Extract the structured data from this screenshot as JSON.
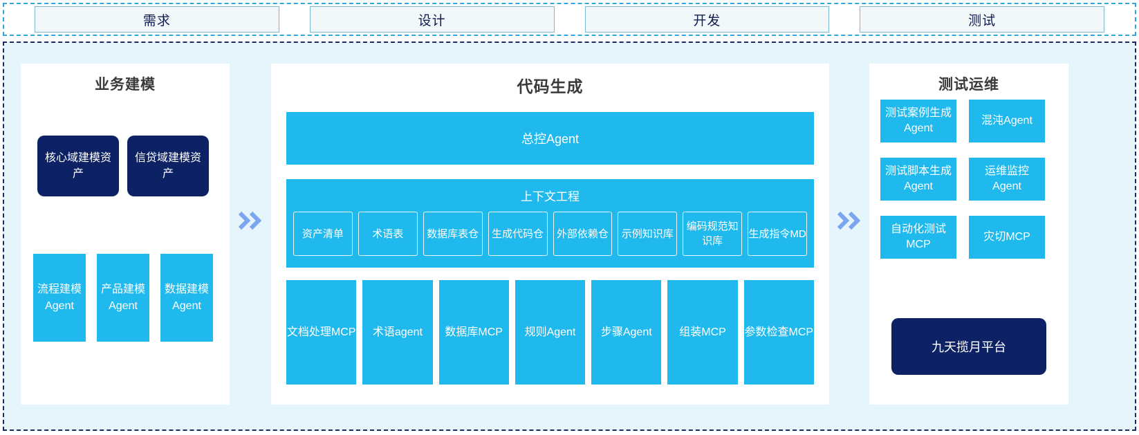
{
  "phases": [
    {
      "label": "需求"
    },
    {
      "label": "设计"
    },
    {
      "label": "开发"
    },
    {
      "label": "测试"
    }
  ],
  "colors": {
    "accent_cyan": "#20b9ed",
    "navy": "#0d2265",
    "background": "#e6f4fc",
    "arrow": "#79a6ef",
    "phase_border": "#79b7d4",
    "phase_fill": "#f2f7fa"
  },
  "panels": {
    "left": {
      "title": "业务建模",
      "assets": [
        {
          "label": "核心域建模资产"
        },
        {
          "label": "信贷域建模资产"
        }
      ],
      "agents": [
        {
          "label": "流程建模Agent"
        },
        {
          "label": "产品建模Agent"
        },
        {
          "label": "数据建模Agent"
        }
      ]
    },
    "center": {
      "title": "代码生成",
      "master_agent": "总控Agent",
      "context": {
        "title": "上下文工程",
        "items": [
          {
            "label": "资产清单"
          },
          {
            "label": "术语表"
          },
          {
            "label": "数据库表仓"
          },
          {
            "label": "生成代码仓"
          },
          {
            "label": "外部依赖仓"
          },
          {
            "label": "示例知识库"
          },
          {
            "label": "编码规范知识库"
          },
          {
            "label": "生成指令MD"
          }
        ]
      },
      "tools": [
        {
          "label": "文档处理MCP"
        },
        {
          "label": "术语agent"
        },
        {
          "label": "数据库MCP"
        },
        {
          "label": "规则Agent"
        },
        {
          "label": "步骤Agent"
        },
        {
          "label": "组装MCP"
        },
        {
          "label": "参数检查MCP"
        }
      ]
    },
    "right": {
      "title": "测试运维",
      "cards": [
        {
          "label": "测试案例生成Agent"
        },
        {
          "label": "混沌Agent"
        },
        {
          "label": "测试脚本生成Agent"
        },
        {
          "label": "运维监控Agent"
        },
        {
          "label": "自动化测试MCP"
        },
        {
          "label": "灾切MCP"
        }
      ],
      "platform": "九天揽月平台"
    }
  }
}
